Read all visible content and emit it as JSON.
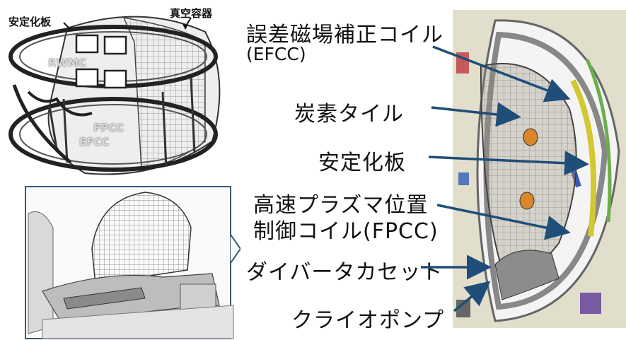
{
  "labels": {
    "stabilizer": "安定化板",
    "vacuum_vessel": "真空容器",
    "rwmc": "RWMC",
    "fpcc_small": "FPCC",
    "efcc_small": "EFCC",
    "efcc_line1": "誤差磁場補正コイル",
    "efcc_line2": "(EFCC)",
    "carbon_tile": "炭素タイル",
    "stabilizer_big": "安定化板",
    "fpcc_line1": "高速プラズマ位置",
    "fpcc_line2": "制御コイル(FPCC)",
    "divertor": "ダイバータカセット",
    "cryopump": "クライオポンプ"
  },
  "colors": {
    "arrow": "#1f4e79",
    "callout_border": "#3a5a78"
  }
}
